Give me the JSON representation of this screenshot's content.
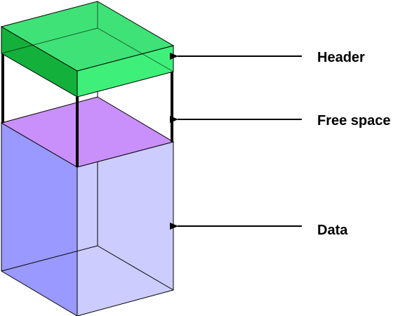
{
  "labels": {
    "header": "Header",
    "free_space": "Free space",
    "data": "Data"
  },
  "colors": {
    "header_top": "#2fe06a",
    "header_front": "#3ef07a",
    "header_left": "#14b03c",
    "free_space": "#c98ffa",
    "data_front": "#ccccff",
    "data_left": "#9999ff",
    "outline": "#000000"
  }
}
